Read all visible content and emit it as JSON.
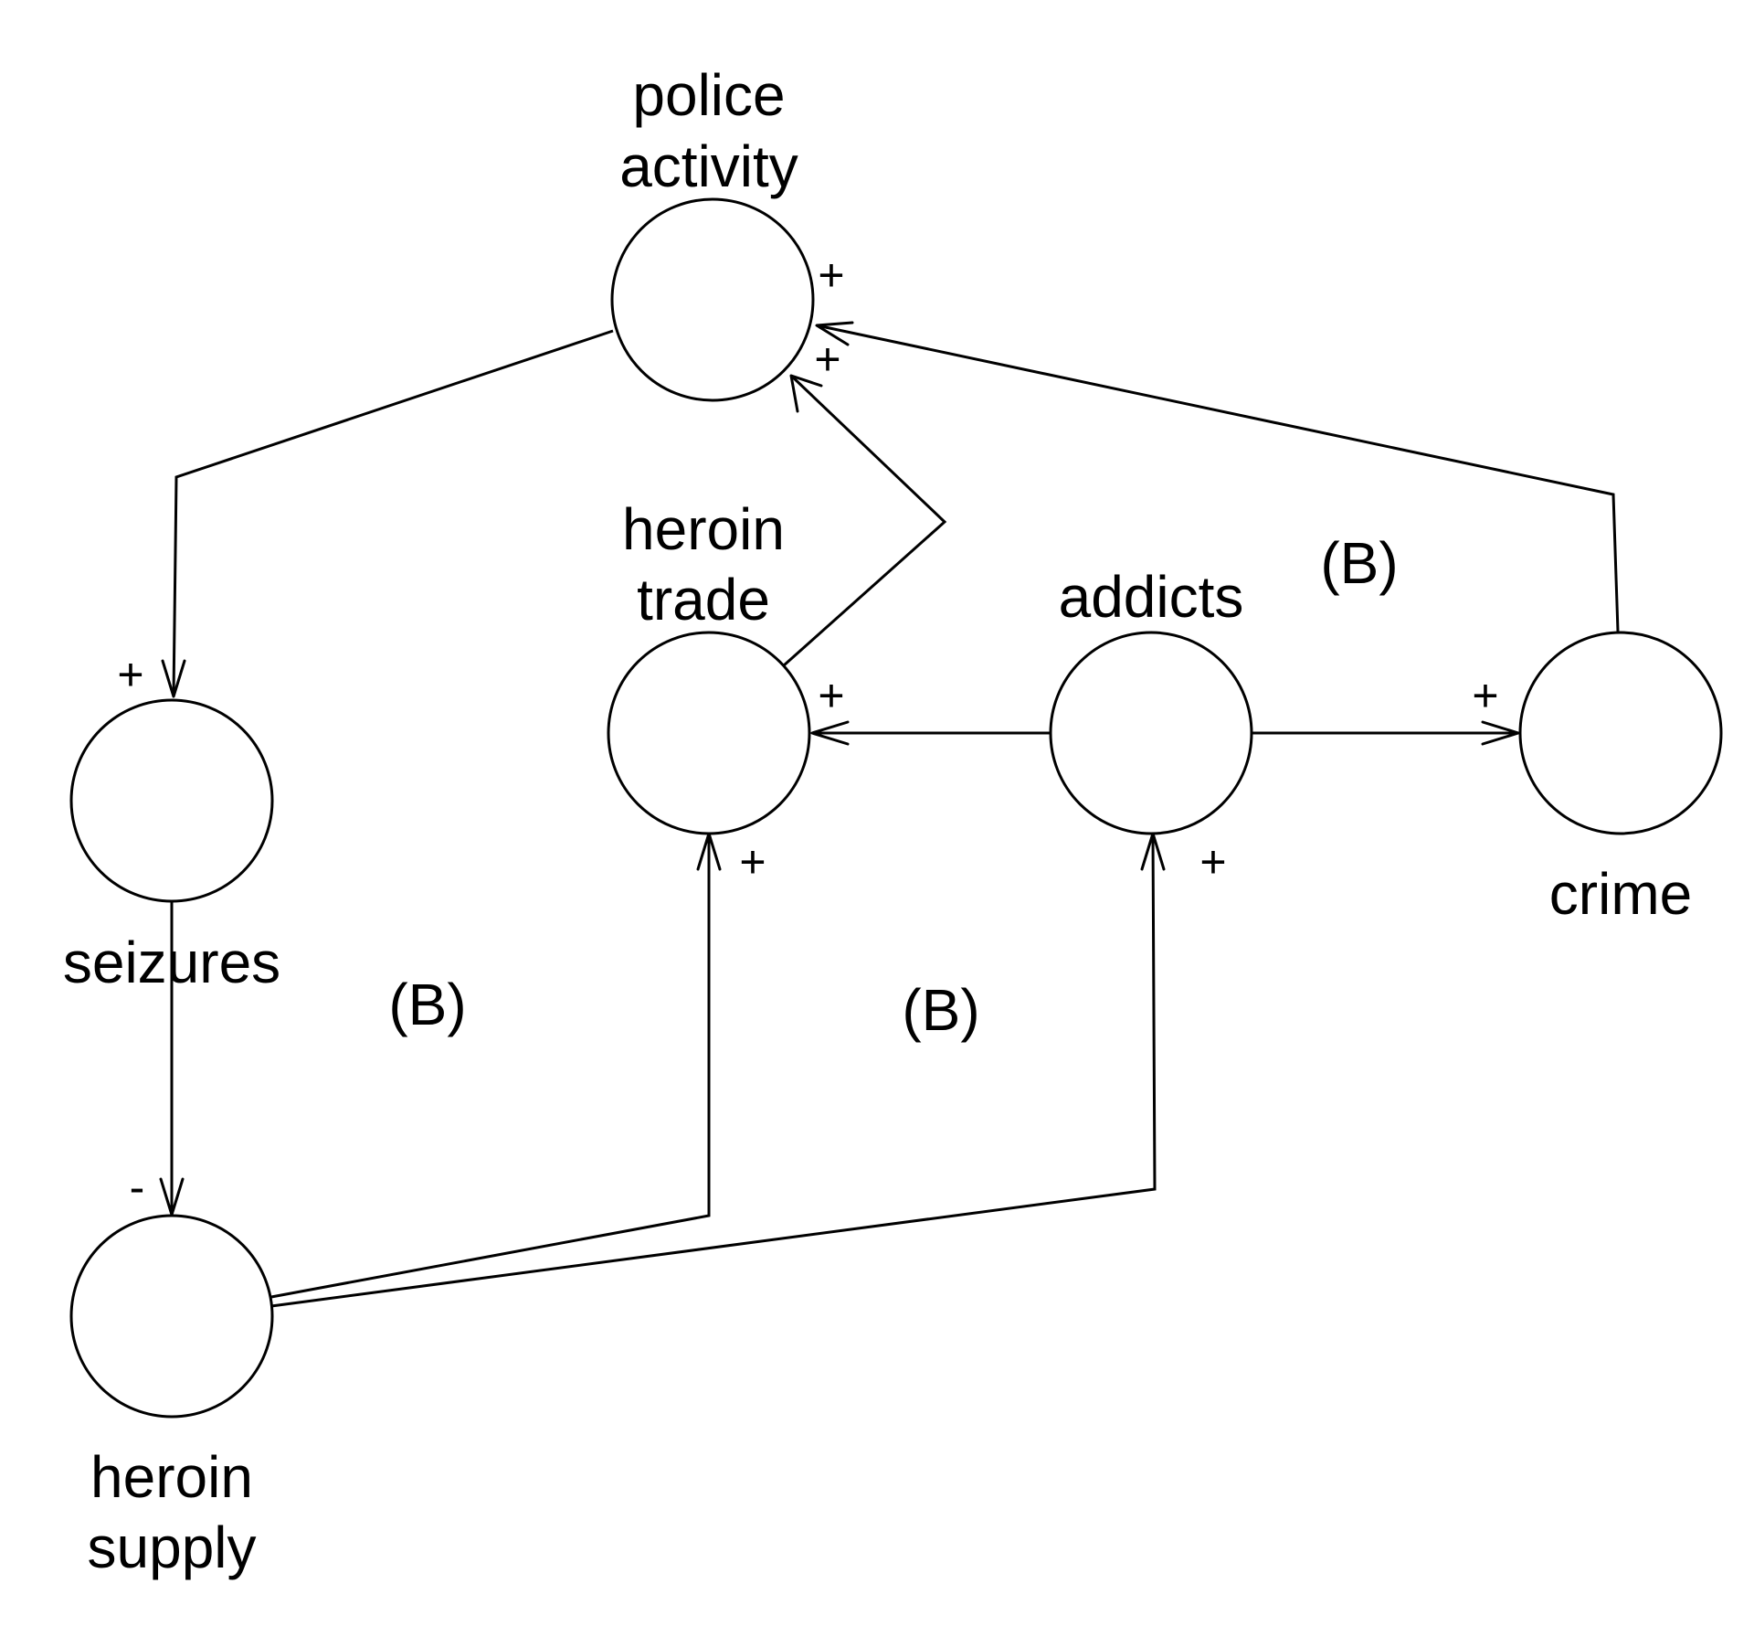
{
  "nodes": {
    "police_activity": {
      "line1": "police",
      "line2": "activity"
    },
    "heroin_trade": {
      "line1": "heroin",
      "line2": "trade"
    },
    "addicts": {
      "label": "addicts"
    },
    "crime": {
      "label": "crime"
    },
    "seizures": {
      "label": "seizures"
    },
    "heroin_supply": {
      "line1": "heroin",
      "line2": "supply"
    }
  },
  "links": {
    "police_to_seizures": {
      "sign": "+"
    },
    "seizures_to_supply": {
      "sign": "-"
    },
    "supply_to_trade": {
      "sign": "+"
    },
    "supply_to_addicts": {
      "sign": "+"
    },
    "addicts_to_trade": {
      "sign": "+"
    },
    "addicts_to_crime": {
      "sign": "+"
    },
    "trade_to_police": {
      "sign": "+"
    },
    "crime_to_police": {
      "sign": "+"
    }
  },
  "loops": {
    "left": "(B)",
    "middle": "(B)",
    "right": "(B)"
  }
}
